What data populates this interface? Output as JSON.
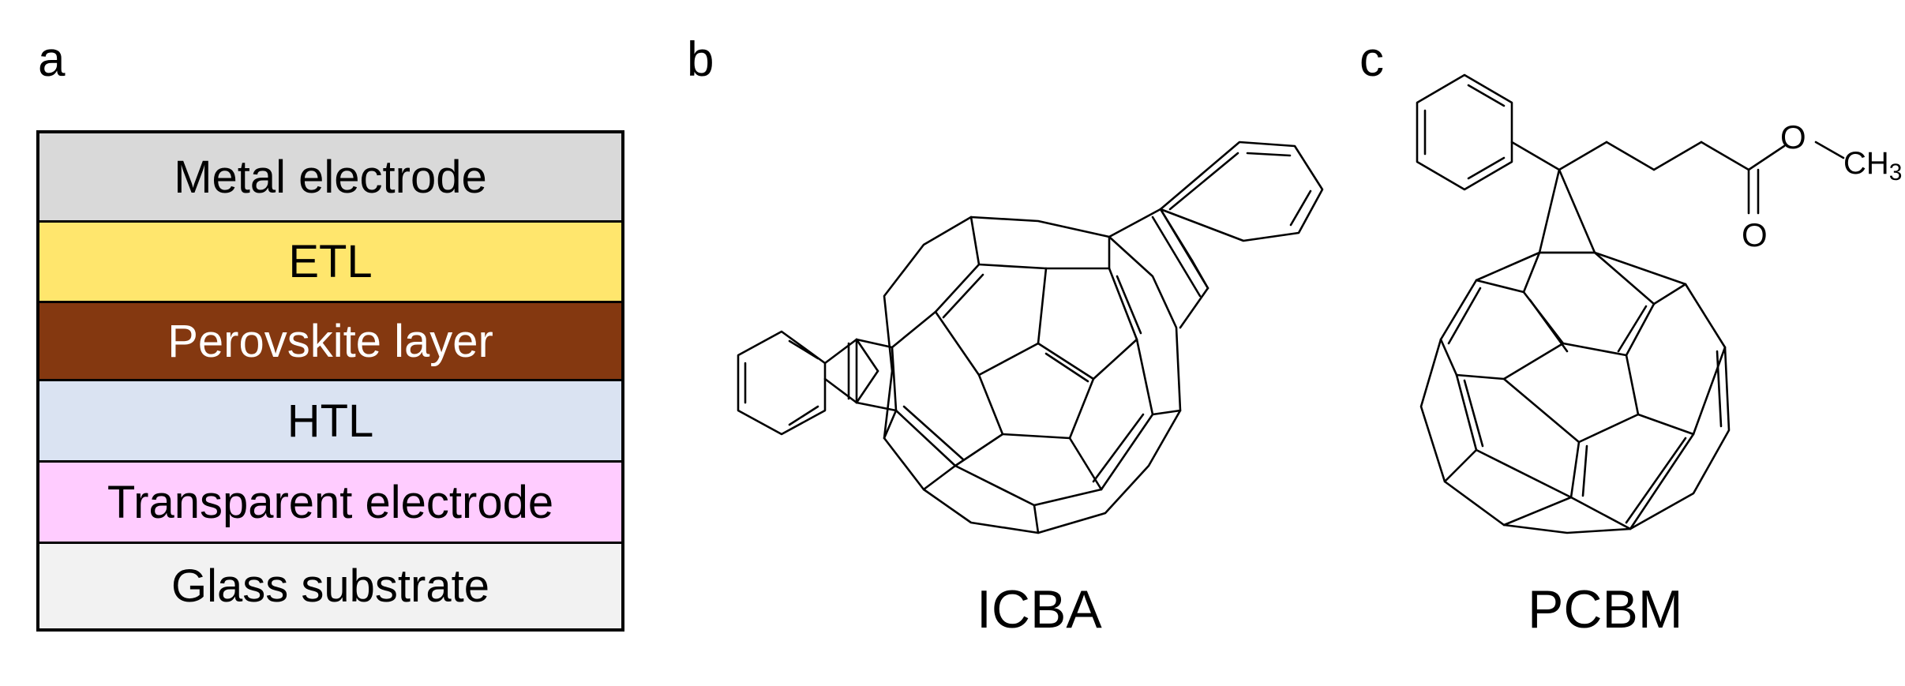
{
  "panels": {
    "a": "a",
    "b": "b",
    "c": "c"
  },
  "layers": [
    {
      "label": "Metal electrode",
      "color": "#d9d9d9",
      "text_color": "#000000"
    },
    {
      "label": "ETL",
      "color": "#ffe66d",
      "text_color": "#000000"
    },
    {
      "label": "Perovskite layer",
      "color": "#843810",
      "text_color": "#ffffff"
    },
    {
      "label": "HTL",
      "color": "#dae3f2",
      "text_color": "#000000"
    },
    {
      "label": "Transparent electrode",
      "color": "#ffccff",
      "text_color": "#000000"
    },
    {
      "label": "Glass substrate",
      "color": "#f2f2f2",
      "text_color": "#000000"
    }
  ],
  "molecules": {
    "icba": {
      "name": "ICBA"
    },
    "pcbm": {
      "name": "PCBM",
      "atom_o1": "O",
      "atom_o2": "O",
      "atom_ch3": "CH3"
    }
  }
}
